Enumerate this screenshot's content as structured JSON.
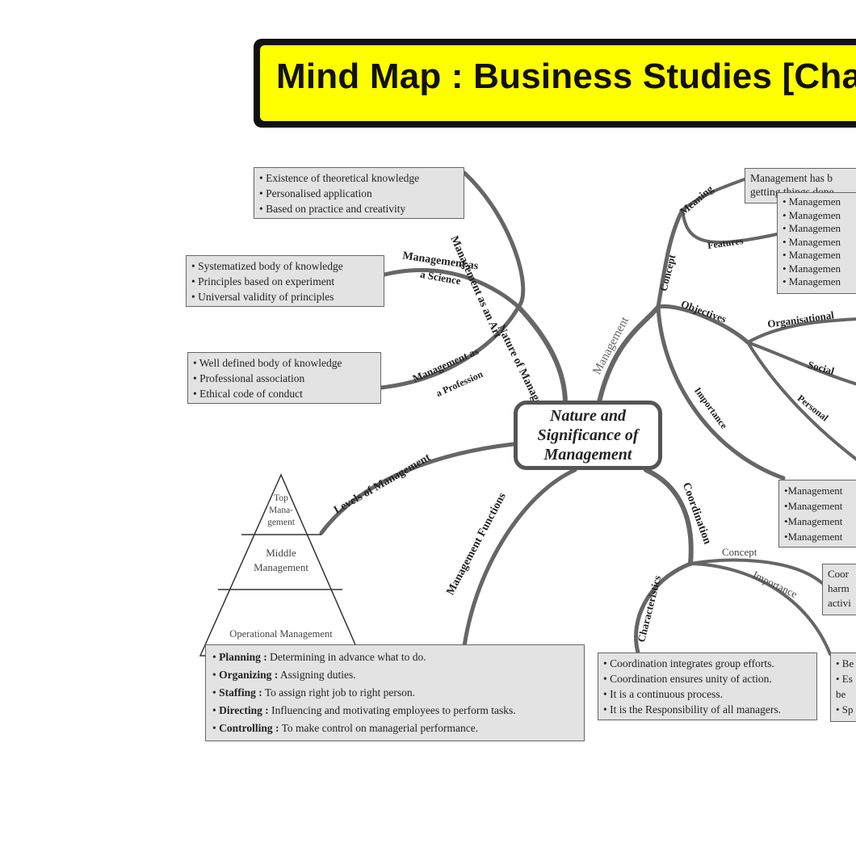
{
  "title": "Mind Map : Business Studies  [Cha",
  "center": "Nature and\nSignificance of\nManagement",
  "branches": {
    "nature_of_management": "Nature of Management",
    "art": "Management as an Art",
    "science_l1": "Management as",
    "science_l2": "a Science",
    "profession_l1": "Management as",
    "profession_l2": "a Profession",
    "levels": "Levels of Management",
    "functions": "Management Functions",
    "coordination": "Coordination",
    "management": "Management",
    "concept": "Concept",
    "meaning": "Meaning",
    "features": "Features",
    "objectives": "Objectives",
    "organisational": "Organisational",
    "social": "Social",
    "personal": "Personal",
    "importance": "Importance",
    "coord_concept": "Concept",
    "coord_importance": "Importance",
    "characteristics": "Characteristics"
  },
  "art_box": [
    "• Existence of theoretical knowledge",
    "• Personalised application",
    "• Based on practice and creativity"
  ],
  "science_box": [
    "• Systematized body of knowledge",
    "• Principles based on experiment",
    "• Universal validity of principles"
  ],
  "profession_box": [
    "• Well defined body of knowledge",
    "• Professional association",
    "• Ethical code of conduct"
  ],
  "meaning_box": [
    "Management has b",
    "getting things done"
  ],
  "features_box": [
    "• Managemen",
    "• Managemen",
    "• Managemen",
    "• Managemen",
    "• Managemen",
    "• Managemen",
    "• Managemen"
  ],
  "importance_box": [
    "•Management",
    "•Management",
    "•Management",
    "•Management"
  ],
  "coord_concept_box": [
    "Coor",
    "harm",
    "activi"
  ],
  "coord_importance_box": [
    "• Be",
    "• Es",
    "  be",
    "• Sp"
  ],
  "characteristics_box": [
    "• Coordination integrates group efforts.",
    "• Coordination ensures unity of action.",
    "• It is a continuous process.",
    "• It is the Responsibility of all managers."
  ],
  "pyramid": {
    "top_l1": "Top",
    "top_l2": "Mana-",
    "top_l3": "gement",
    "middle_l1": "Middle",
    "middle_l2": "Management",
    "operational": "Operational Management"
  },
  "functions_box": [
    {
      "term": "Planning :",
      "desc": " Determining in advance what to do."
    },
    {
      "term": "Organizing :",
      "desc": " Assigning duties."
    },
    {
      "term": "Staffing :",
      "desc": " To assign right job to right person."
    },
    {
      "term": "Directing :",
      "desc": " Influencing and motivating employees to perform tasks."
    },
    {
      "term": "Controlling :",
      "desc": " To make control on managerial performance."
    }
  ]
}
